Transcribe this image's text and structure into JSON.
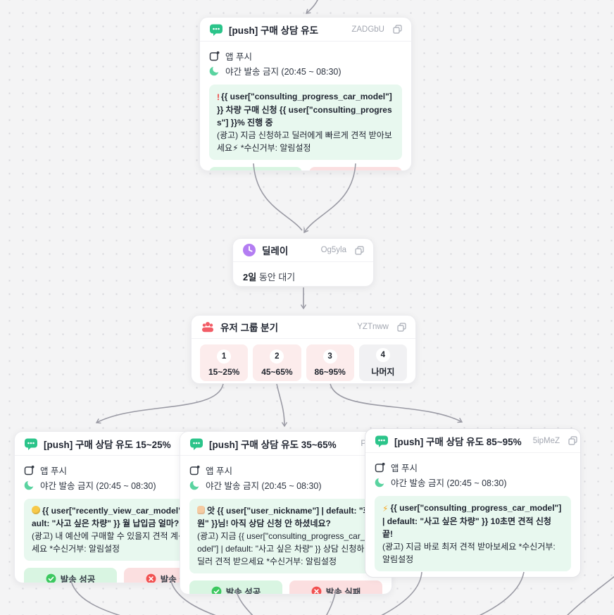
{
  "canvas": {
    "background": "#f4f4f5",
    "dot_color": "#d6d6db",
    "edge_color": "#9a9aa4"
  },
  "colors": {
    "push_icon_green": "#2bc48a",
    "moon_green": "#5ad3a0",
    "delay_purple": "#b37df2",
    "split_red": "#f25c66",
    "success_bg": "#d9f5e2",
    "fail_bg": "#fbdfe0",
    "message_bg": "#e8f8ef",
    "chip_pink": "#fcecec",
    "chip_gray": "#f1f1f3"
  },
  "common": {
    "channel": "앱 푸시",
    "quiet_hours": "야간 발송 금지 (20:45 ~ 08:30)",
    "success_label": "발송 성공",
    "fail_label": "발송 실패"
  },
  "nodes": {
    "push_main": {
      "title": "[push] 구매 상담 유도",
      "id": "ZADGbU",
      "message": {
        "emoji": "red-exclamation",
        "emoji_char": "❗",
        "headline": "{{ user[\"consulting_progress_car_model\"] }} 차량 구매 신청 {{ user[\"consulting_progress\"] }}% 진행 중",
        "body": "(광고) 지금 신청하고 딜러에게 빠르게 견적 받아보세요⚡ *수신거부: 알림설정"
      }
    },
    "delay": {
      "title": "딜레이",
      "id": "Og5yla",
      "duration": "2일",
      "duration_suffix": " 동안 대기"
    },
    "split": {
      "title": "유저 그룹 분기",
      "id": "YZTnww",
      "branches": [
        {
          "num": "1",
          "label": "15~25%",
          "tone": "pink"
        },
        {
          "num": "2",
          "label": "45~65%",
          "tone": "pink"
        },
        {
          "num": "3",
          "label": "86~95%",
          "tone": "pink"
        },
        {
          "num": "4",
          "label": "나머지",
          "tone": "gray"
        }
      ]
    },
    "push_a": {
      "title": "[push] 구매 상담 유도 15~25%",
      "id": "",
      "message": {
        "emoji": "thinking-face",
        "emoji_char": "🤔",
        "headline": "{{ user[\"recently_view_car_model\"] | default: \"사고 싶은 차량\" }} 월 납입금 얼마?",
        "body": "(광고) 내 예산에 구매할 수 있을지 견적 계산 해보세요 *수신거부: 알림설정"
      }
    },
    "push_b": {
      "title": "[push] 구매 상담 유도 35~65%",
      "id": "PuGK",
      "message": {
        "emoji": "raised-hand",
        "emoji_char": "✋",
        "headline": "앗 {{ user[\"user_nickname\"] | default: \"회원\" }}님! 아직 상담 신청 안 하셨네요?",
        "body": "(광고) 지금 {{ user[\"consulting_progress_car_model\"] | default: \"사고 싶은 차량\" }} 상담 신청하고 딜러 견적 받으세요 *수신거부: 알림설정"
      }
    },
    "push_c": {
      "title": "[push] 구매 상담 유도 85~95%",
      "id": "5ipMeZ",
      "message": {
        "emoji": "zap",
        "emoji_char": "⚡",
        "headline": "{{ user[\"consulting_progress_car_model\"] | default: \"사고 싶은 차량\" }} 10초면 견적 신청 끝!",
        "body": "(광고) 지금 바로 최저 견적 받아보세요 *수신거부: 알림설정"
      }
    }
  }
}
